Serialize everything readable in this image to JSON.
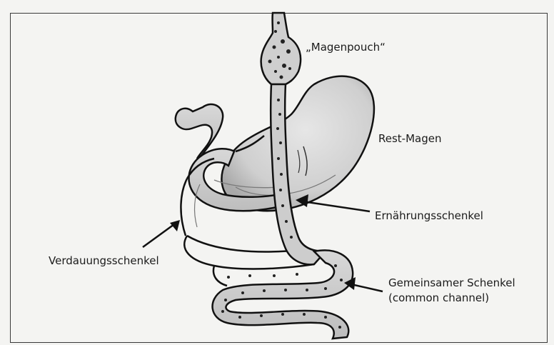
{
  "labels": {
    "magenpouch": "„Magenpouch“",
    "rest_magen": "Rest-Magen",
    "ernaehrungsschenkel": "Ernährungsschenkel",
    "verdauungsschenkel": "Verdauungsschenkel",
    "gemeinsamer_schenkel_line1": "Gemeinsamer Schenkel",
    "gemeinsamer_schenkel_line2": "(common channel)"
  },
  "colors": {
    "outline": "#111111",
    "stomach_fill": "#cfcfcf",
    "intestine_fill": "#c8c8c8",
    "background": "#f4f4f2"
  }
}
